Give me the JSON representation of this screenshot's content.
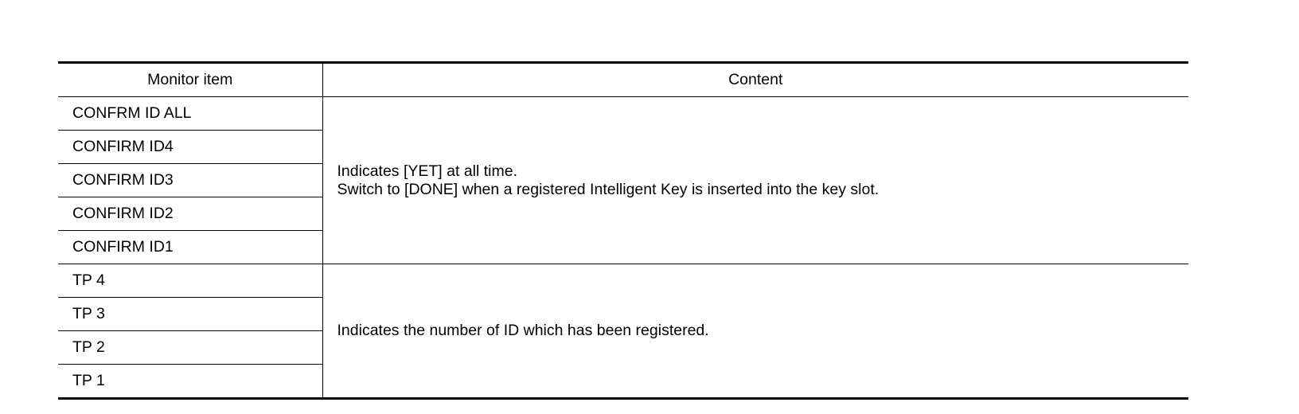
{
  "table": {
    "headers": {
      "monitor_item": "Monitor item",
      "content": "Content"
    },
    "groups": [
      {
        "items": [
          "CONFRM ID ALL",
          "CONFIRM ID4",
          "CONFIRM ID3",
          "CONFIRM ID2",
          "CONFIRM ID1"
        ],
        "content_lines": [
          "Indicates [YET] at all time.",
          "Switch to [DONE] when a registered Intelligent Key is inserted into the key slot."
        ]
      },
      {
        "items": [
          "TP 4",
          "TP 3",
          "TP 2",
          "TP 1"
        ],
        "content_lines": [
          "Indicates the number of ID which has been registered."
        ]
      }
    ]
  }
}
